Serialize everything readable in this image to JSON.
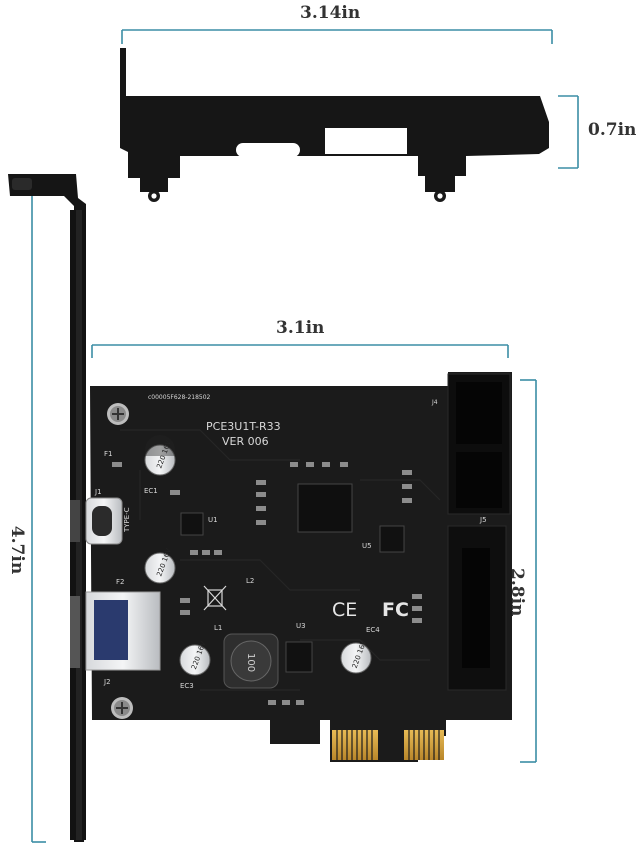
{
  "dimensions": {
    "bracket_width": "3.14in",
    "bracket_height": "0.7in",
    "card_width": "3.1in",
    "card_height": "2.8in",
    "full_height": "4.7in"
  },
  "pcb": {
    "model": "PCE3U1T-R33",
    "version": "VER 006",
    "serial": "c00005F628-218502",
    "labels": {
      "type_c": "TYPE-C",
      "j1": "J1",
      "j2": "J2",
      "j4": "J4",
      "j5": "J5",
      "u1": "U1",
      "u3": "U3",
      "u5": "U5",
      "f1": "F1",
      "f2": "F2",
      "l1": "L1",
      "l2": "L2",
      "ec1": "EC1",
      "ec3": "EC3",
      "ec4": "EC4",
      "inductor": "100",
      "cap1": "220 16V",
      "cap2": "220 16V",
      "cap3": "220 16V",
      "cap4": "220 16V"
    },
    "marks": {
      "ce": "CE",
      "fc": "FC"
    }
  },
  "colors": {
    "pcb": "#1b1b1b",
    "bracket": "#141414",
    "dimension_line": "#3b8ea5",
    "gold": "#d9a63c"
  }
}
